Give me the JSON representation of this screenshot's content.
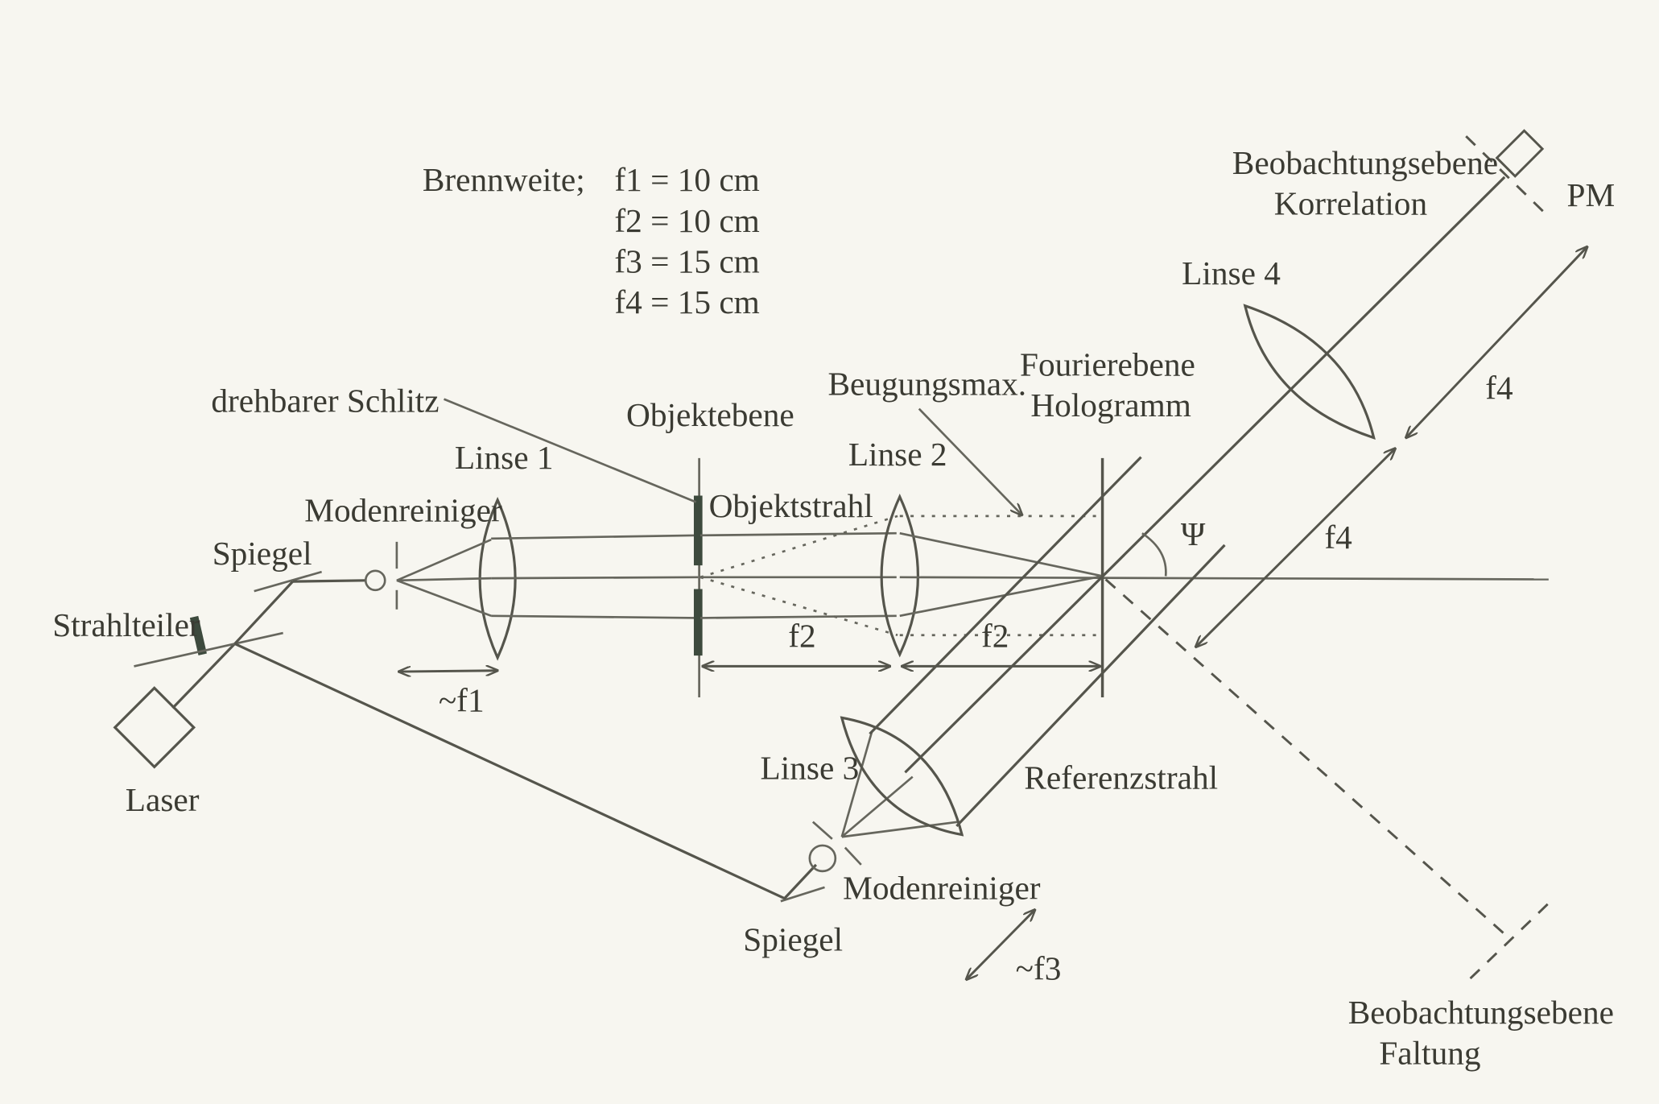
{
  "focal_lengths": {
    "heading": "Brennweite;",
    "values": [
      "f1 = 10 cm",
      "f2 = 10 cm",
      "f3 = 15 cm",
      "f4 = 15 cm"
    ]
  },
  "labels": {
    "laser": "Laser",
    "strahlteiler": "Strahlteiler",
    "spiegel_top": "Spiegel",
    "spiegel_bottom": "Spiegel",
    "modenreiniger_1": "Modenreiniger",
    "modenreiniger_2": "Modenreiniger",
    "linse_1": "Linse 1",
    "linse_2": "Linse 2",
    "linse_3": "Linse 3",
    "linse_4": "Linse 4",
    "drehbarer_schlitz": "drehbarer Schlitz",
    "objektebene": "Objektebene",
    "objektstrahl": "Objektstrahl",
    "beugungsmax": "Beugungsmax.",
    "fourierebene": "Fourierebene",
    "hologramm": "Hologramm",
    "referenzstrahl": "Referenzstrahl",
    "beob_korrelation_1": "Beobachtungsebene",
    "beob_korrelation_2": "Korrelation",
    "beob_faltung_1": "Beobachtungsebene",
    "beob_faltung_2": "Faltung",
    "pm": "PM",
    "psi": "Ψ",
    "dist_f1": "~f1",
    "dist_f2_a": "f2",
    "dist_f2_b": "f2",
    "dist_f3": "~f3",
    "dist_f4_a": "f4",
    "dist_f4_b": "f4"
  }
}
